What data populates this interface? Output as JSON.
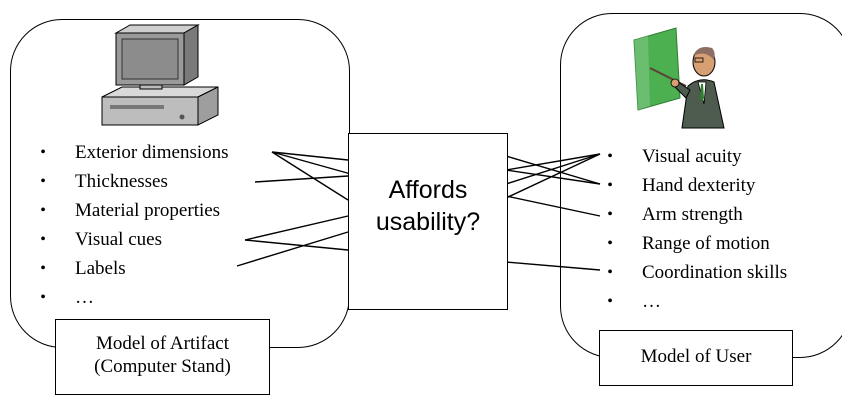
{
  "center": {
    "line1": "Affords",
    "line2": "usability?"
  },
  "artifact": {
    "icon": "computer-icon",
    "properties": [
      "Exterior dimensions",
      "Thicknesses",
      "Material properties",
      "Visual cues",
      "Labels",
      "…"
    ],
    "caption_line1": "Model of Artifact",
    "caption_line2": "(Computer Stand)"
  },
  "user": {
    "icon": "presenter-icon",
    "properties": [
      "Visual acuity",
      "Hand dexterity",
      "Arm strength",
      "Range of motion",
      "Coordination skills",
      "…"
    ],
    "caption": "Model of User"
  },
  "bullet": "•",
  "colors": {
    "stroke": "#000000",
    "board_green": "#4caf50",
    "monitor_gray": "#8c8c8c"
  }
}
